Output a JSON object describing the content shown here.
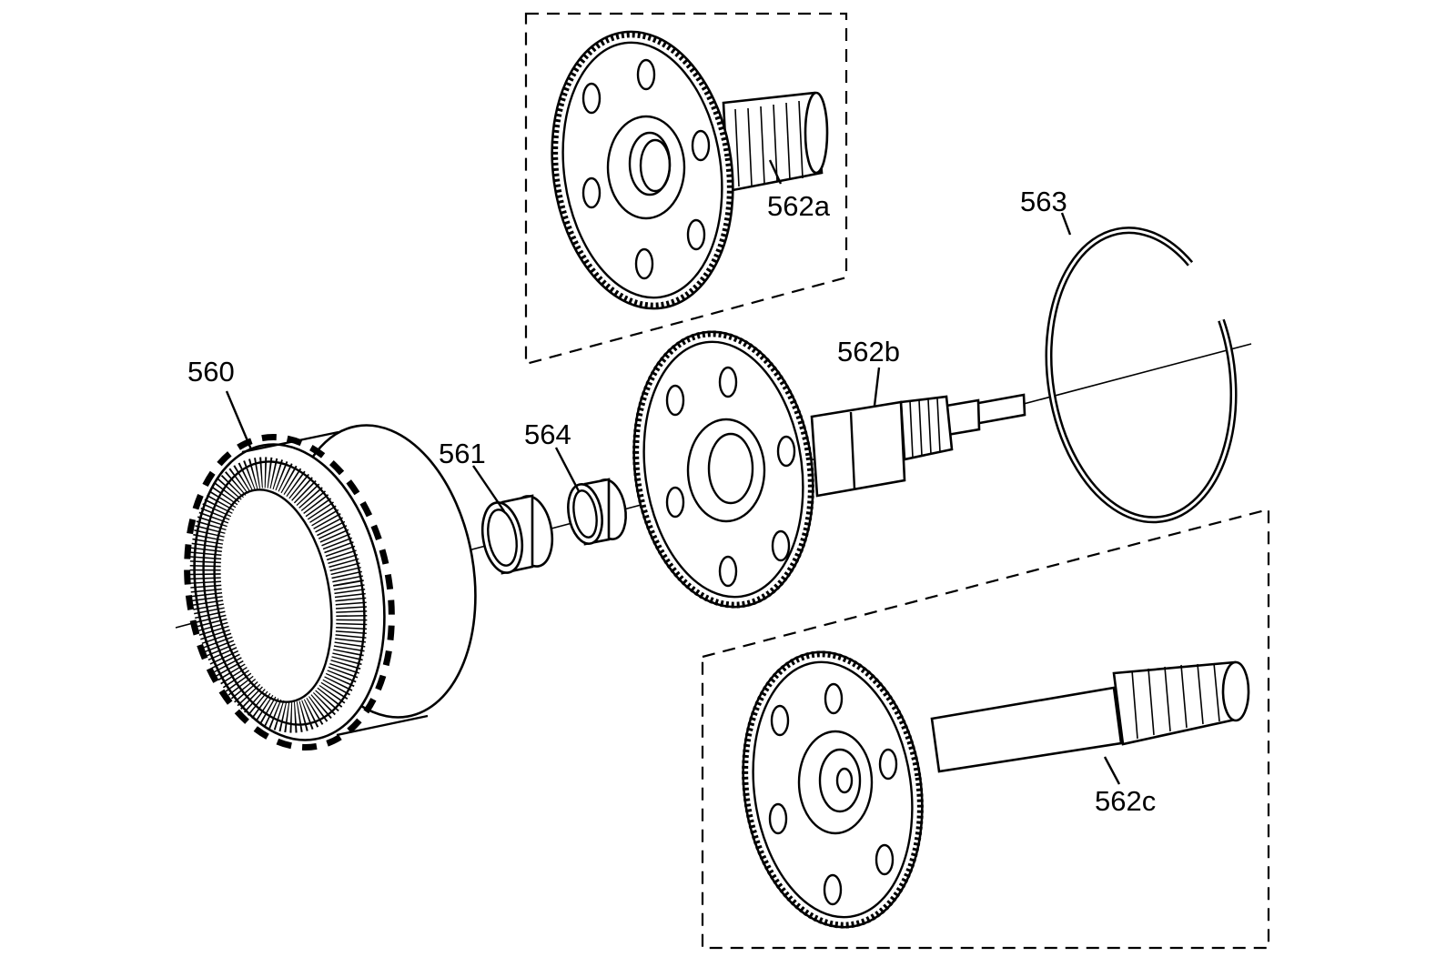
{
  "labels": {
    "ring_gear": "560",
    "bushing_1": "561",
    "shaft_gear_a": "562a",
    "shaft_gear_b": "562b",
    "shaft_gear_c": "562c",
    "snap_ring": "563",
    "bushing_2": "564"
  }
}
